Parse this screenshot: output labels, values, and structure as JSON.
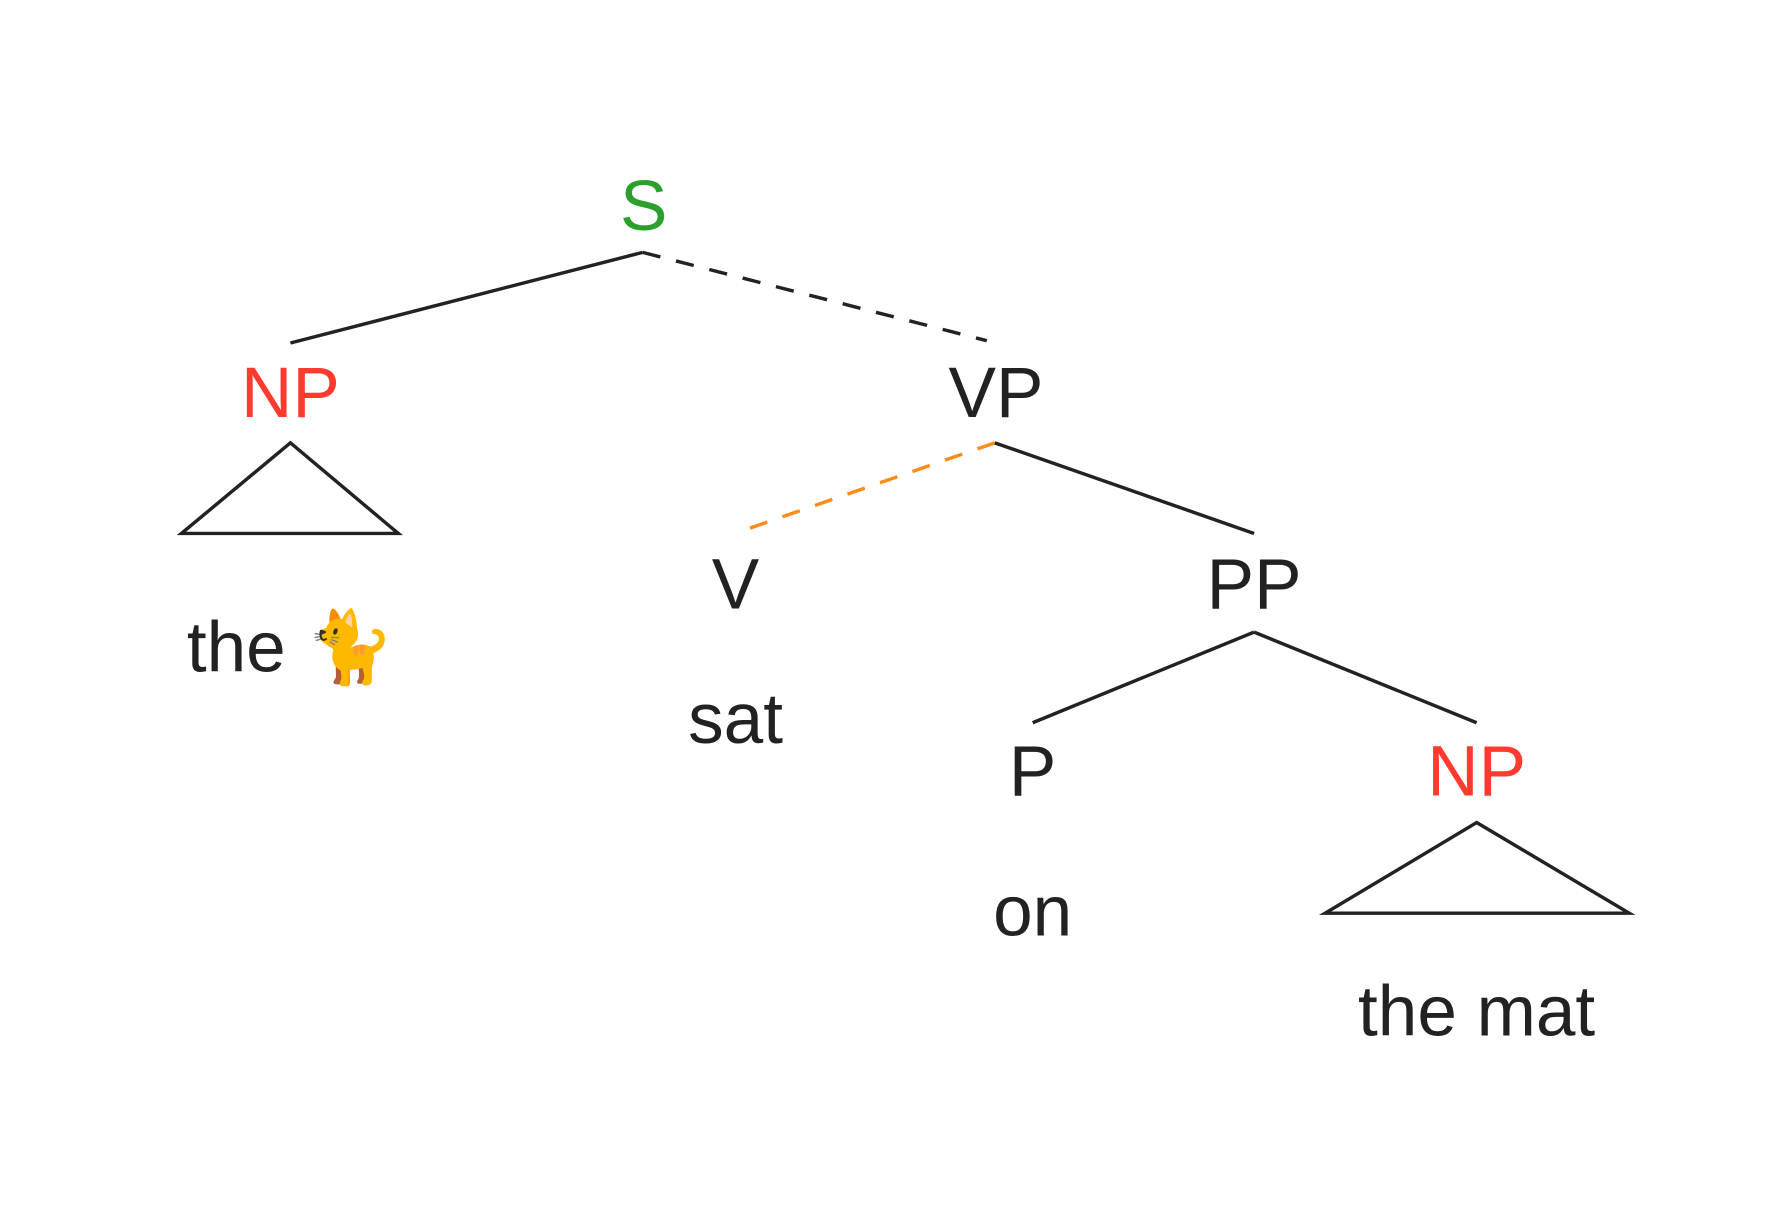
{
  "colors": {
    "root": "#2ca02c",
    "highlight_np": "#ff3b30",
    "default": "#222222",
    "orange_edge": "#ff8c1a"
  },
  "nodes": {
    "s": "S",
    "np_subject": "NP",
    "vp": "VP",
    "v": "V",
    "pp": "PP",
    "p": "P",
    "np_object": "NP"
  },
  "leaves": {
    "subject": "the 🐈",
    "verb": "sat",
    "preposition": "on",
    "object": "the mat"
  },
  "edges": [
    {
      "from": "S",
      "to": "NP",
      "style": "solid"
    },
    {
      "from": "S",
      "to": "VP",
      "style": "dashed"
    },
    {
      "from": "VP",
      "to": "V",
      "style": "dashed-orange"
    },
    {
      "from": "VP",
      "to": "PP",
      "style": "solid"
    },
    {
      "from": "PP",
      "to": "P",
      "style": "solid"
    },
    {
      "from": "PP",
      "to": "NP",
      "style": "solid"
    }
  ]
}
